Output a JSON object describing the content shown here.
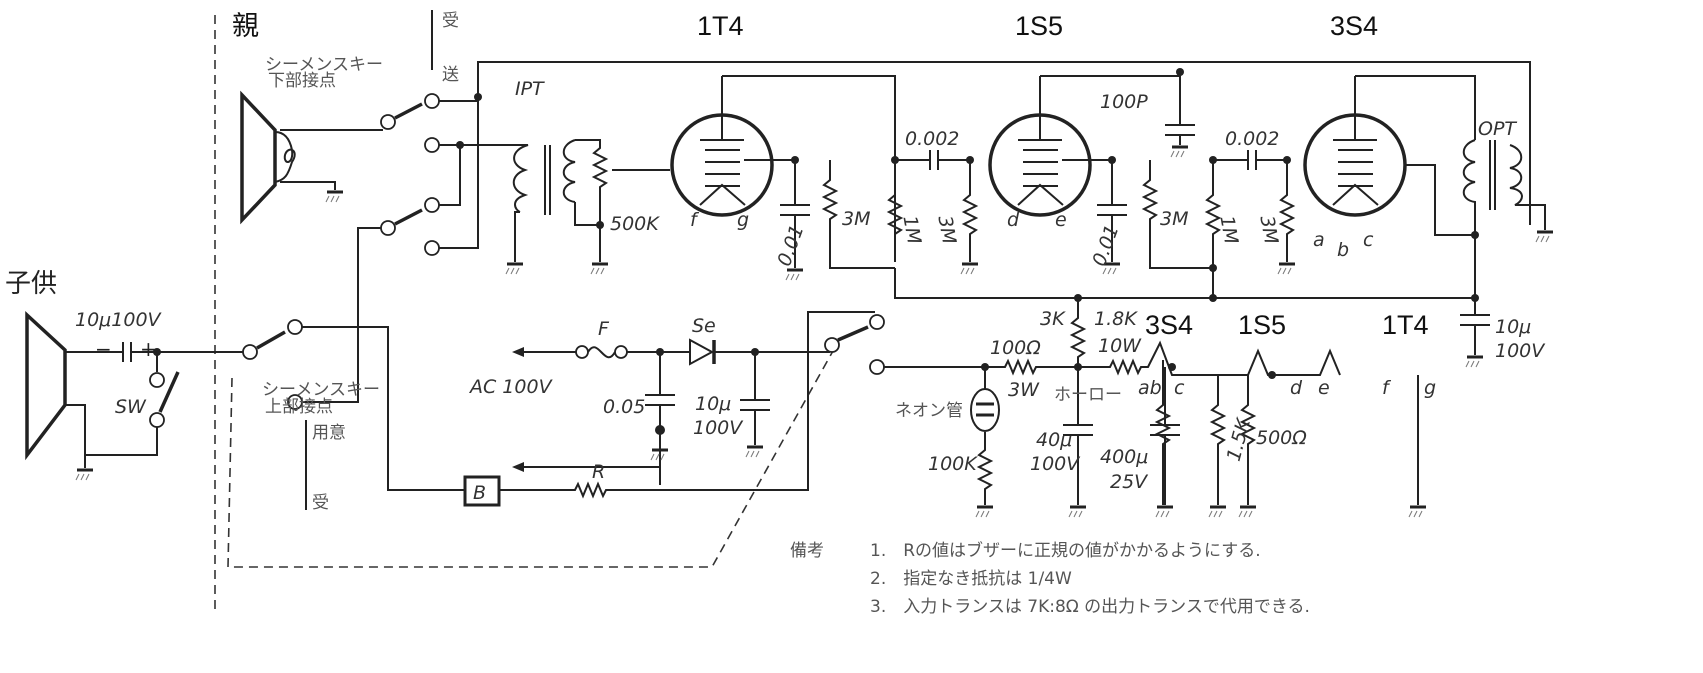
{
  "titles": {
    "parent": "親",
    "child": "子供"
  },
  "switch_labels": {
    "recv_top": "受",
    "send": "送",
    "siemens_lower_1": "シーメンスキー",
    "siemens_lower_2": "下部接点",
    "siemens_upper_1": "シーメンスキー",
    "siemens_upper_2": "上部接点",
    "ready": "用意",
    "recv_bottom": "受"
  },
  "tubes": {
    "t1": "1T4",
    "t2": "1S5",
    "t3": "3S4"
  },
  "pins": {
    "f": "f",
    "g": "g",
    "d": "d",
    "e": "e",
    "a": "a",
    "b": "b",
    "c": "c",
    "ab": "ab"
  },
  "components": {
    "ipt": "IPT",
    "vr": "500K",
    "c1": "0.01",
    "r1": "3M",
    "r2": "1M",
    "r3": "3M",
    "cc1": "0.002",
    "c2": "0.01",
    "r4": "3M",
    "r5": "1M",
    "r6": "3M",
    "cc2": "0.002",
    "c100p": "100P",
    "opt": "OPT",
    "cout_1": "10μ",
    "cout_2": "100V",
    "child_cap": "10μ100V",
    "minus": "−",
    "plus": "+",
    "sw": "SW",
    "ac": "AC 100V",
    "fuse": "F",
    "se": "Se",
    "c005": "0.05",
    "c10_1": "10μ",
    "c10_2": "100V",
    "buzzer": "B",
    "r": "R",
    "r3k": "3K",
    "r100_1": "100Ω",
    "r100_2": "3W",
    "r18_1": "1.8K",
    "r18_2": "10W",
    "horo": "ホーロー",
    "neon": "ネオン管",
    "r100k": "100K",
    "c40_1": "40μ",
    "c40_2": "100V",
    "c400_1": "400μ",
    "c400_2": "25V",
    "r15k": "1.5K",
    "r500": "500Ω",
    "fil_3s4": "3S4",
    "fil_1s5": "1S5",
    "fil_1t4": "1T4"
  },
  "notes": {
    "heading": "備考",
    "items": [
      "1.　Rの値はブザーに正規の値がかかるようにする.",
      "2.　指定なき抵抗は 1/4W",
      "3.　入力トランスは 7K:8Ω の出力トランスで代用できる."
    ]
  }
}
